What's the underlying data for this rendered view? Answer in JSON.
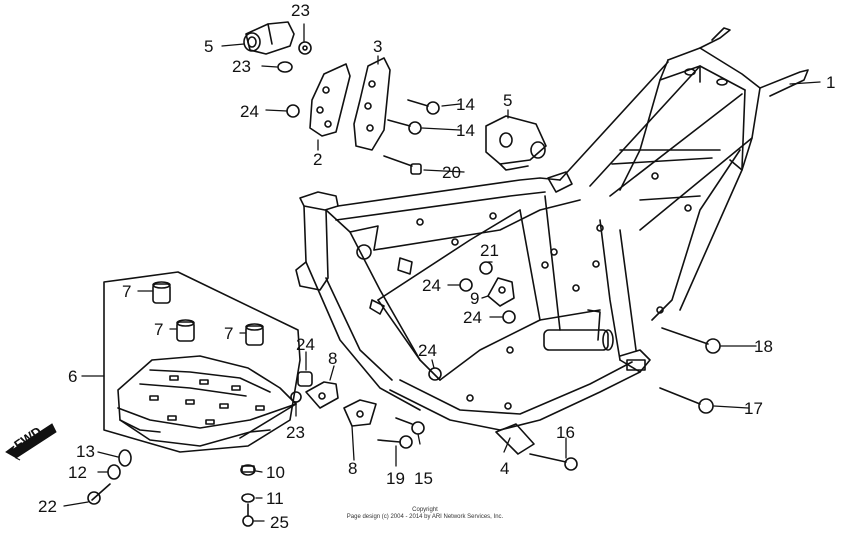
{
  "callouts": {
    "c1": "1",
    "c2": "2",
    "c3": "3",
    "c4": "4",
    "c5a": "5",
    "c5b": "5",
    "c6": "6",
    "c7a": "7",
    "c7b": "7",
    "c7c": "7",
    "c8a": "8",
    "c8b": "8",
    "c9": "9",
    "c10": "10",
    "c11": "11",
    "c12": "12",
    "c13": "13",
    "c14a": "14",
    "c14b": "14",
    "c15": "15",
    "c16": "16",
    "c17": "17",
    "c18": "18",
    "c19": "19",
    "c20": "20",
    "c21": "21",
    "c22": "22",
    "c23a": "23",
    "c23b": "23",
    "c23c": "23",
    "c24a": "24",
    "c24b": "24",
    "c24c": "24",
    "c24d": "24",
    "c24e": "24",
    "c25": "25"
  },
  "fwd_label": "FWD",
  "copyright": {
    "line1": "Copyright",
    "line2": "Page design (c) 2004 - 2014 by ARI Network Services, Inc."
  },
  "colors": {
    "ink": "#111111",
    "background": "#ffffff"
  }
}
